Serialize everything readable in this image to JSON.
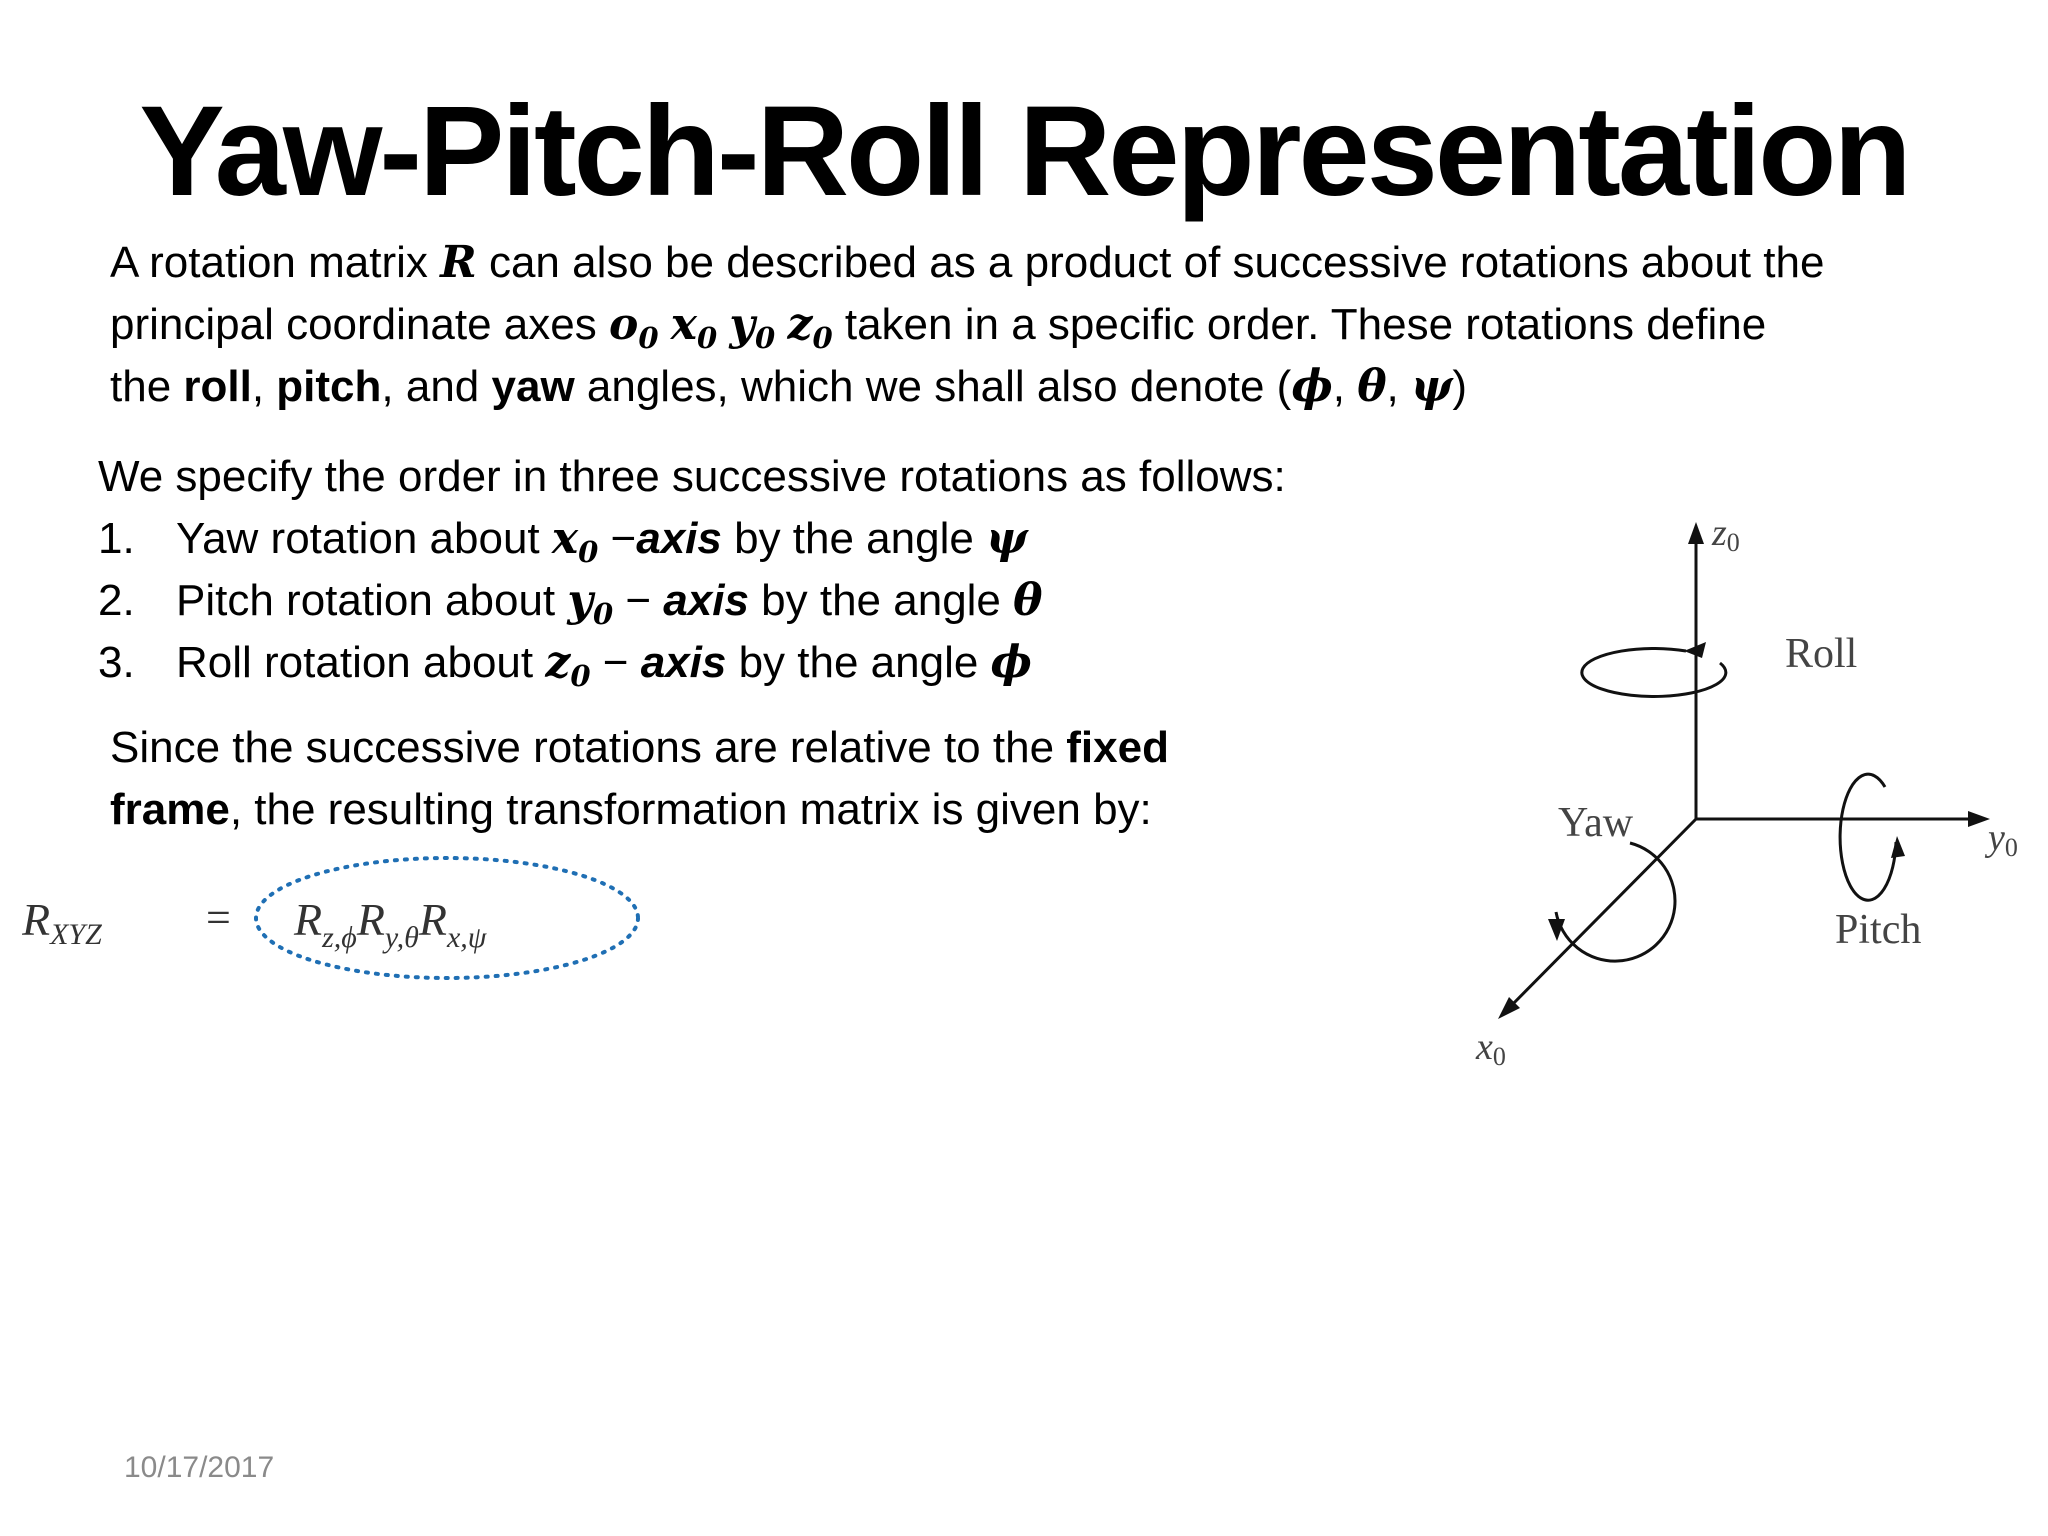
{
  "slide": {
    "title": "Yaw-Pitch-Roll Representation",
    "date": "10/17/2017"
  },
  "intro": {
    "line1_a": "A rotation matrix ",
    "line1_R": "R",
    "line1_b": " can also be described as a product of successive rotations about the",
    "line2_a": "principal coordinate axes ",
    "axis_o": "o",
    "axis_x": "x",
    "axis_y": "y",
    "axis_z": "z",
    "sub_0": "0",
    "line2_b": " taken in a specific order. These rotations define",
    "line3_a": "the ",
    "roll_word": "roll",
    "comma1": ", ",
    "pitch_word": "pitch",
    "and_text": ", and ",
    "yaw_word": "yaw",
    "line3_b": " angles, which we shall also denote (",
    "phi": "ϕ",
    "theta": "θ",
    "psi": "ψ",
    "sep": ", ",
    "close": ")"
  },
  "order": {
    "lead": "We specify the order in three successive rotations as follows:",
    "items": [
      {
        "num": "1.",
        "text_a": "Yaw rotation about ",
        "axis_var": "x",
        "axis_sub": "0",
        "dash": " −",
        "axis_word": "axis",
        "text_b": " by the angle ",
        "angle": "ψ"
      },
      {
        "num": "2.",
        "text_a": "Pitch rotation about ",
        "axis_var": "y",
        "axis_sub": "0",
        "dash": " − ",
        "axis_word": "axis",
        "text_b": " by the angle ",
        "angle": "θ"
      },
      {
        "num": "3.",
        "text_a": "Roll rotation about ",
        "axis_var": "z",
        "axis_sub": "0",
        "dash": " − ",
        "axis_word": "axis",
        "text_b": " by the angle ",
        "angle": "ϕ"
      }
    ]
  },
  "conclusion": {
    "line1_a": "Since the successive rotations are relative to the ",
    "fixed_word": "fixed",
    "frame_word": "frame",
    "line2_b": ", the resulting transformation matrix is given by:"
  },
  "equation": {
    "lhs_R": "R",
    "lhs_sub": "XYZ",
    "equals": "=",
    "r1": "R",
    "r1_sub": "z,ϕ",
    "r2": "R",
    "r2_sub": "y,θ",
    "r3": "R",
    "r3_sub": "x,ψ",
    "highlight_color": "#1f6fb4"
  },
  "diagram": {
    "z_label": "z",
    "y_label": "y",
    "x_label": "x",
    "axis_sub": "0",
    "roll_label": "Roll",
    "pitch_label": "Pitch",
    "yaw_label": "Yaw"
  }
}
